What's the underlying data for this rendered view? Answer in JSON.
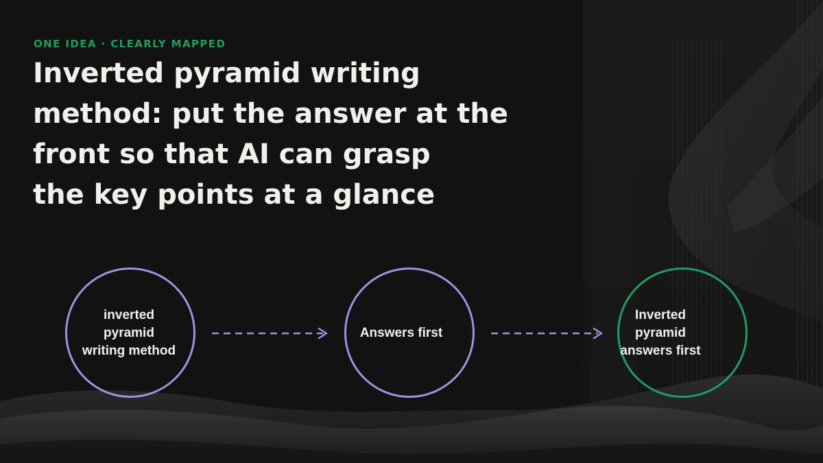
{
  "header": {
    "eyebrow": "ONE IDEA · CLEARLY MAPPED",
    "title_lines": [
      "Inverted pyramid writing",
      "method: put the answer at the",
      "front so that AI can grasp",
      "the key points at a glance"
    ]
  },
  "flow": {
    "nodes": [
      {
        "label_lines": [
          "inverted",
          "pyramid",
          "writing method"
        ]
      },
      {
        "label_lines": [
          "Answers first"
        ]
      },
      {
        "label_lines": [
          "Inverted",
          "pyramid",
          "answers first"
        ]
      }
    ]
  },
  "colors": {
    "background": "#121212",
    "accent_green": "#1f9d62",
    "accent_purple": "#a58ee0",
    "text": "#f3f0ec"
  }
}
